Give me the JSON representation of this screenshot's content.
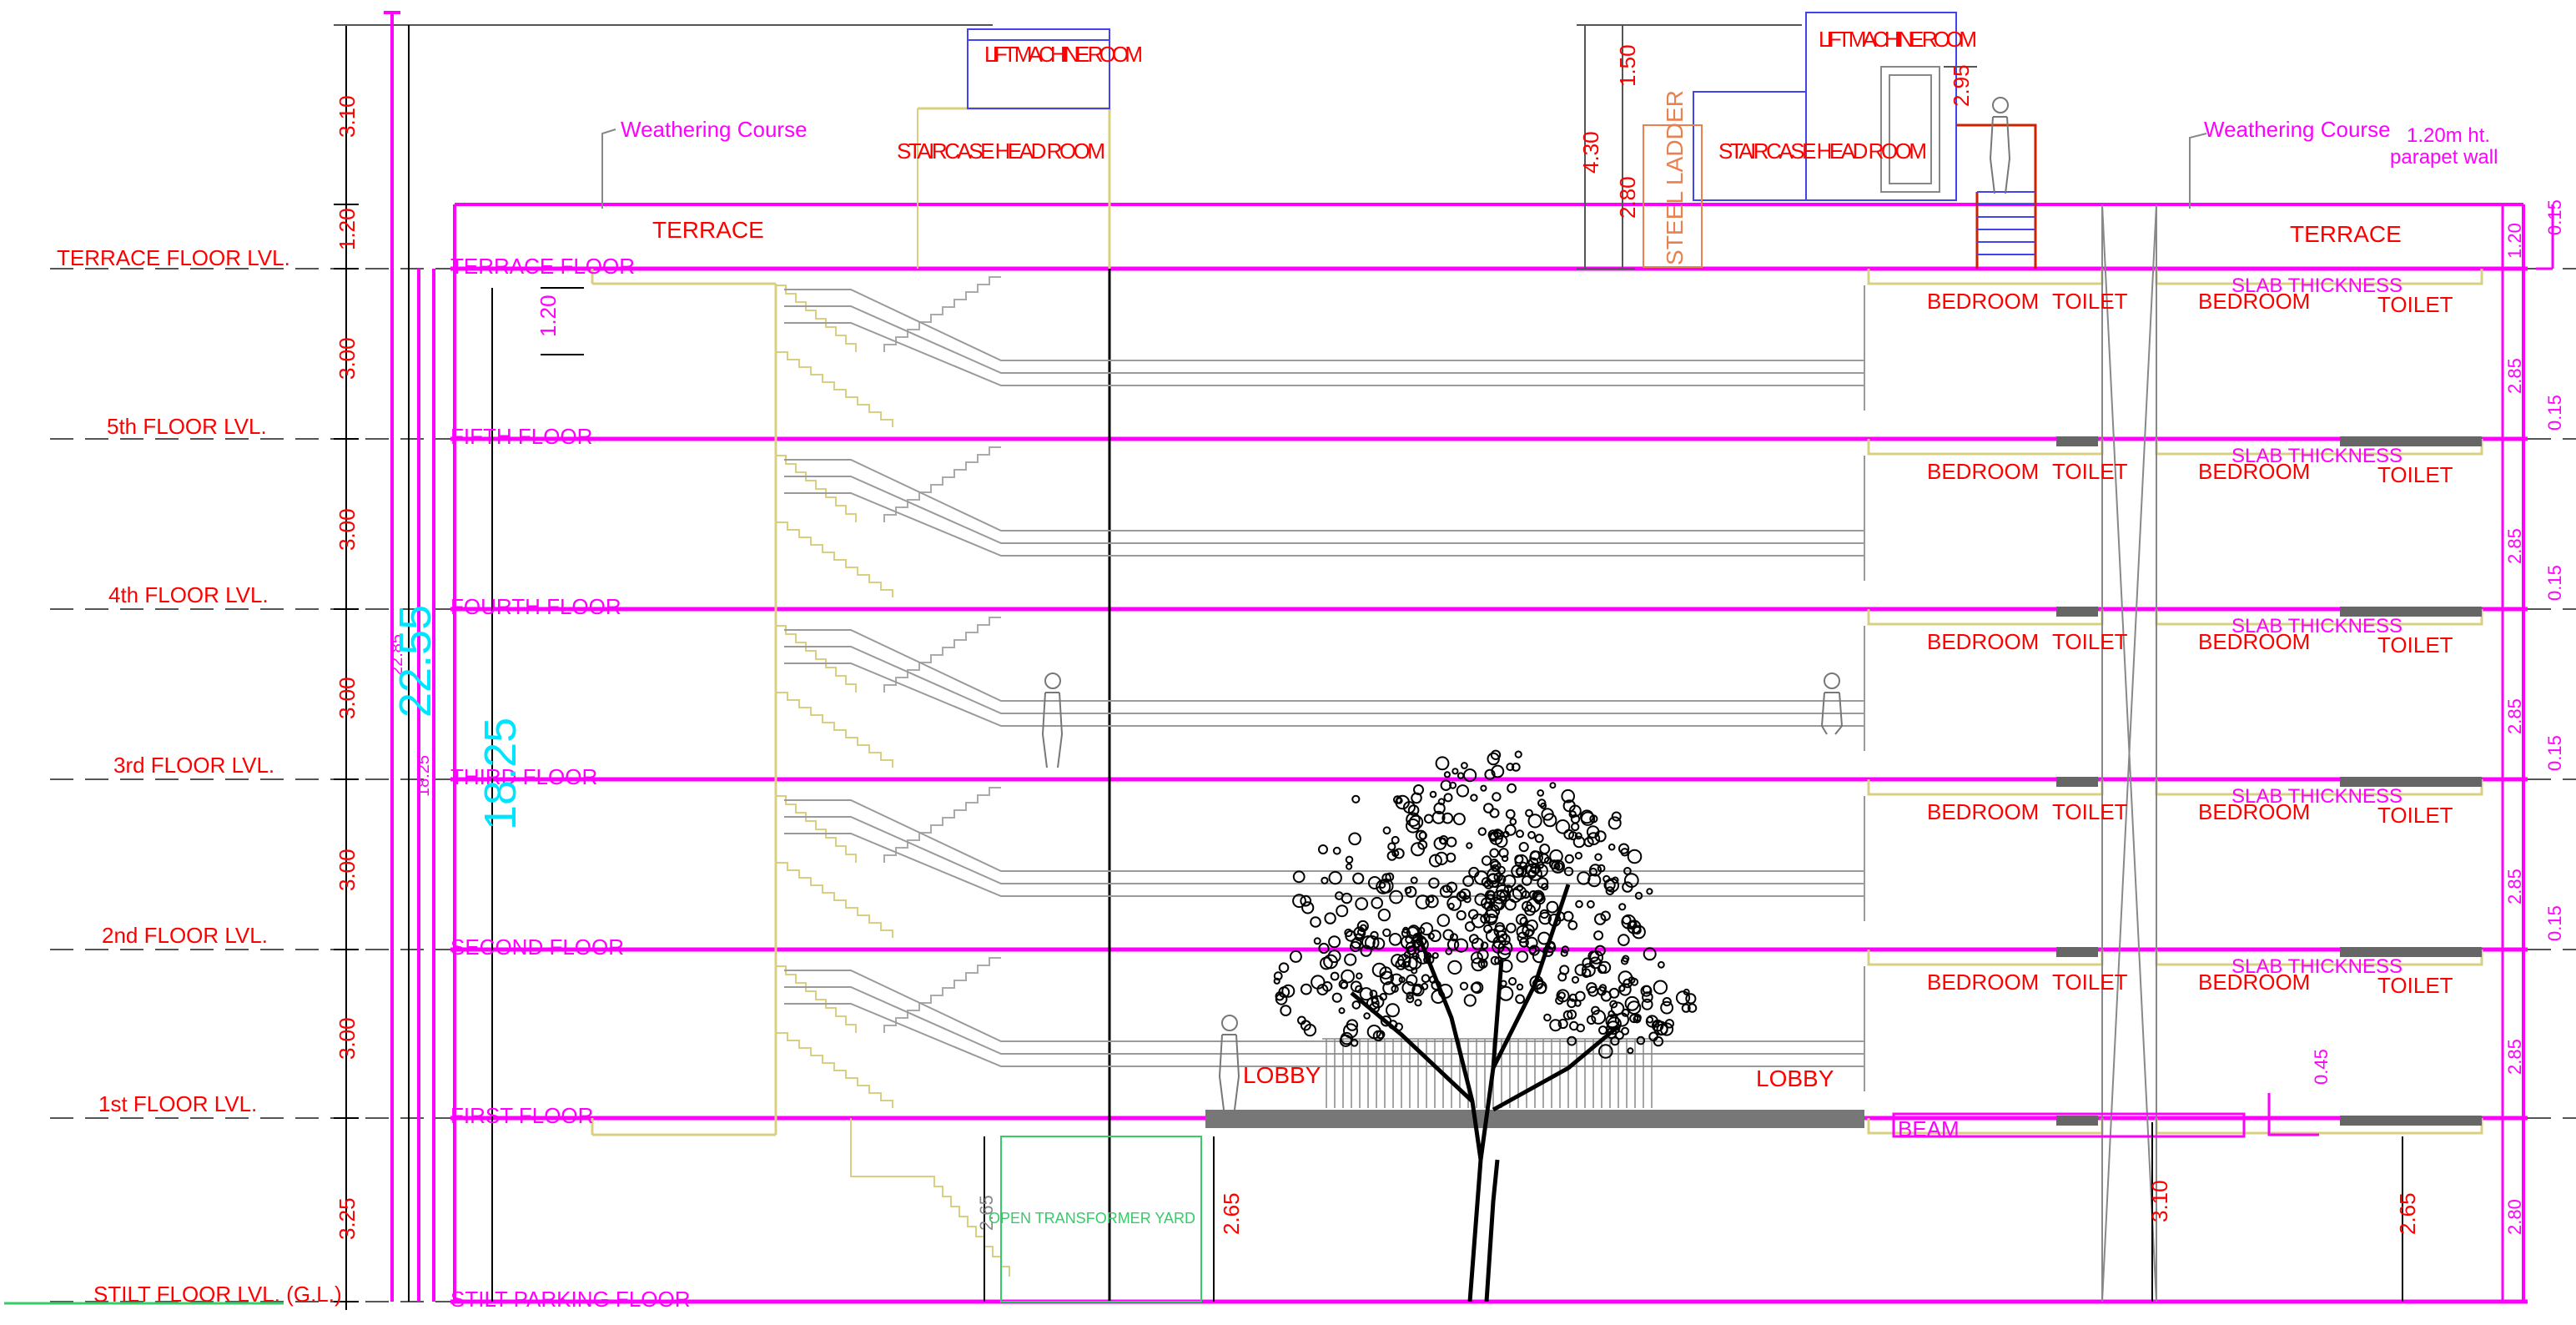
{
  "level_labels": [
    "TERRACE FLOOR LVL.",
    "5th FLOOR LVL.",
    "4th FLOOR LVL.",
    "3rd FLOOR LVL.",
    "2nd FLOOR LVL.",
    "1st FLOOR LVL.",
    "STILT FLOOR LVL. (G.L.)"
  ],
  "floor_names": [
    "TERRACE FLOOR",
    "FIFTH FLOOR",
    "FOURTH FLOOR",
    "THIRD FLOOR",
    "SECOND FLOOR",
    "FIRST FLOOR",
    "STILT PARKING FLOOR"
  ],
  "left_dims": [
    "3.10",
    "1.20",
    "3.00",
    "3.00",
    "3.00",
    "3.00",
    "3.00",
    "3.25"
  ],
  "total_heights": {
    "overall_small": "22.85",
    "overall_big": "22.55",
    "inner_small": "18.25",
    "inner_big": "18.25",
    "parapet_dim": "1.20"
  },
  "roof": {
    "lift_machine_room": "LIFT MACHINE ROOM",
    "staircase_head_room": "STAIRCASE HEAD ROOM",
    "weathering_course": "Weathering Course",
    "terrace": "TERRACE",
    "parapet_note_1": "1.20m ht.",
    "parapet_note_2": "parapet wall",
    "steel_ladder": "STEEL LADDER",
    "dim_430": "4.30",
    "dim_280": "2.80",
    "dim_150": "1.50",
    "dim_295": "2.95"
  },
  "rooms": {
    "bedroom": "BEDROOM",
    "toilet": "TOILET",
    "slab_thickness": "SLAB THICKNESS",
    "lobby": "LOBBY",
    "beam": "BEAM",
    "open_transformer_yard": "OPEN TRANSFORMER YARD"
  },
  "right_dims": {
    "floor_height": "2.85",
    "slab": "0.15",
    "parapet": "1.20",
    "stilt": "2.80",
    "beam_depth": "0.45"
  },
  "stilt_dims": {
    "left": "2.65",
    "centre": "2.65",
    "right_a": "3.10",
    "right_b": "2.65"
  },
  "colors": {
    "magenta": "#ff00ff",
    "red": "#ff0000",
    "cyan": "#00e5ff",
    "yellow": "#d8d080",
    "gray": "#9a9a9a",
    "blue": "#4444ee",
    "green": "#33cc66"
  }
}
